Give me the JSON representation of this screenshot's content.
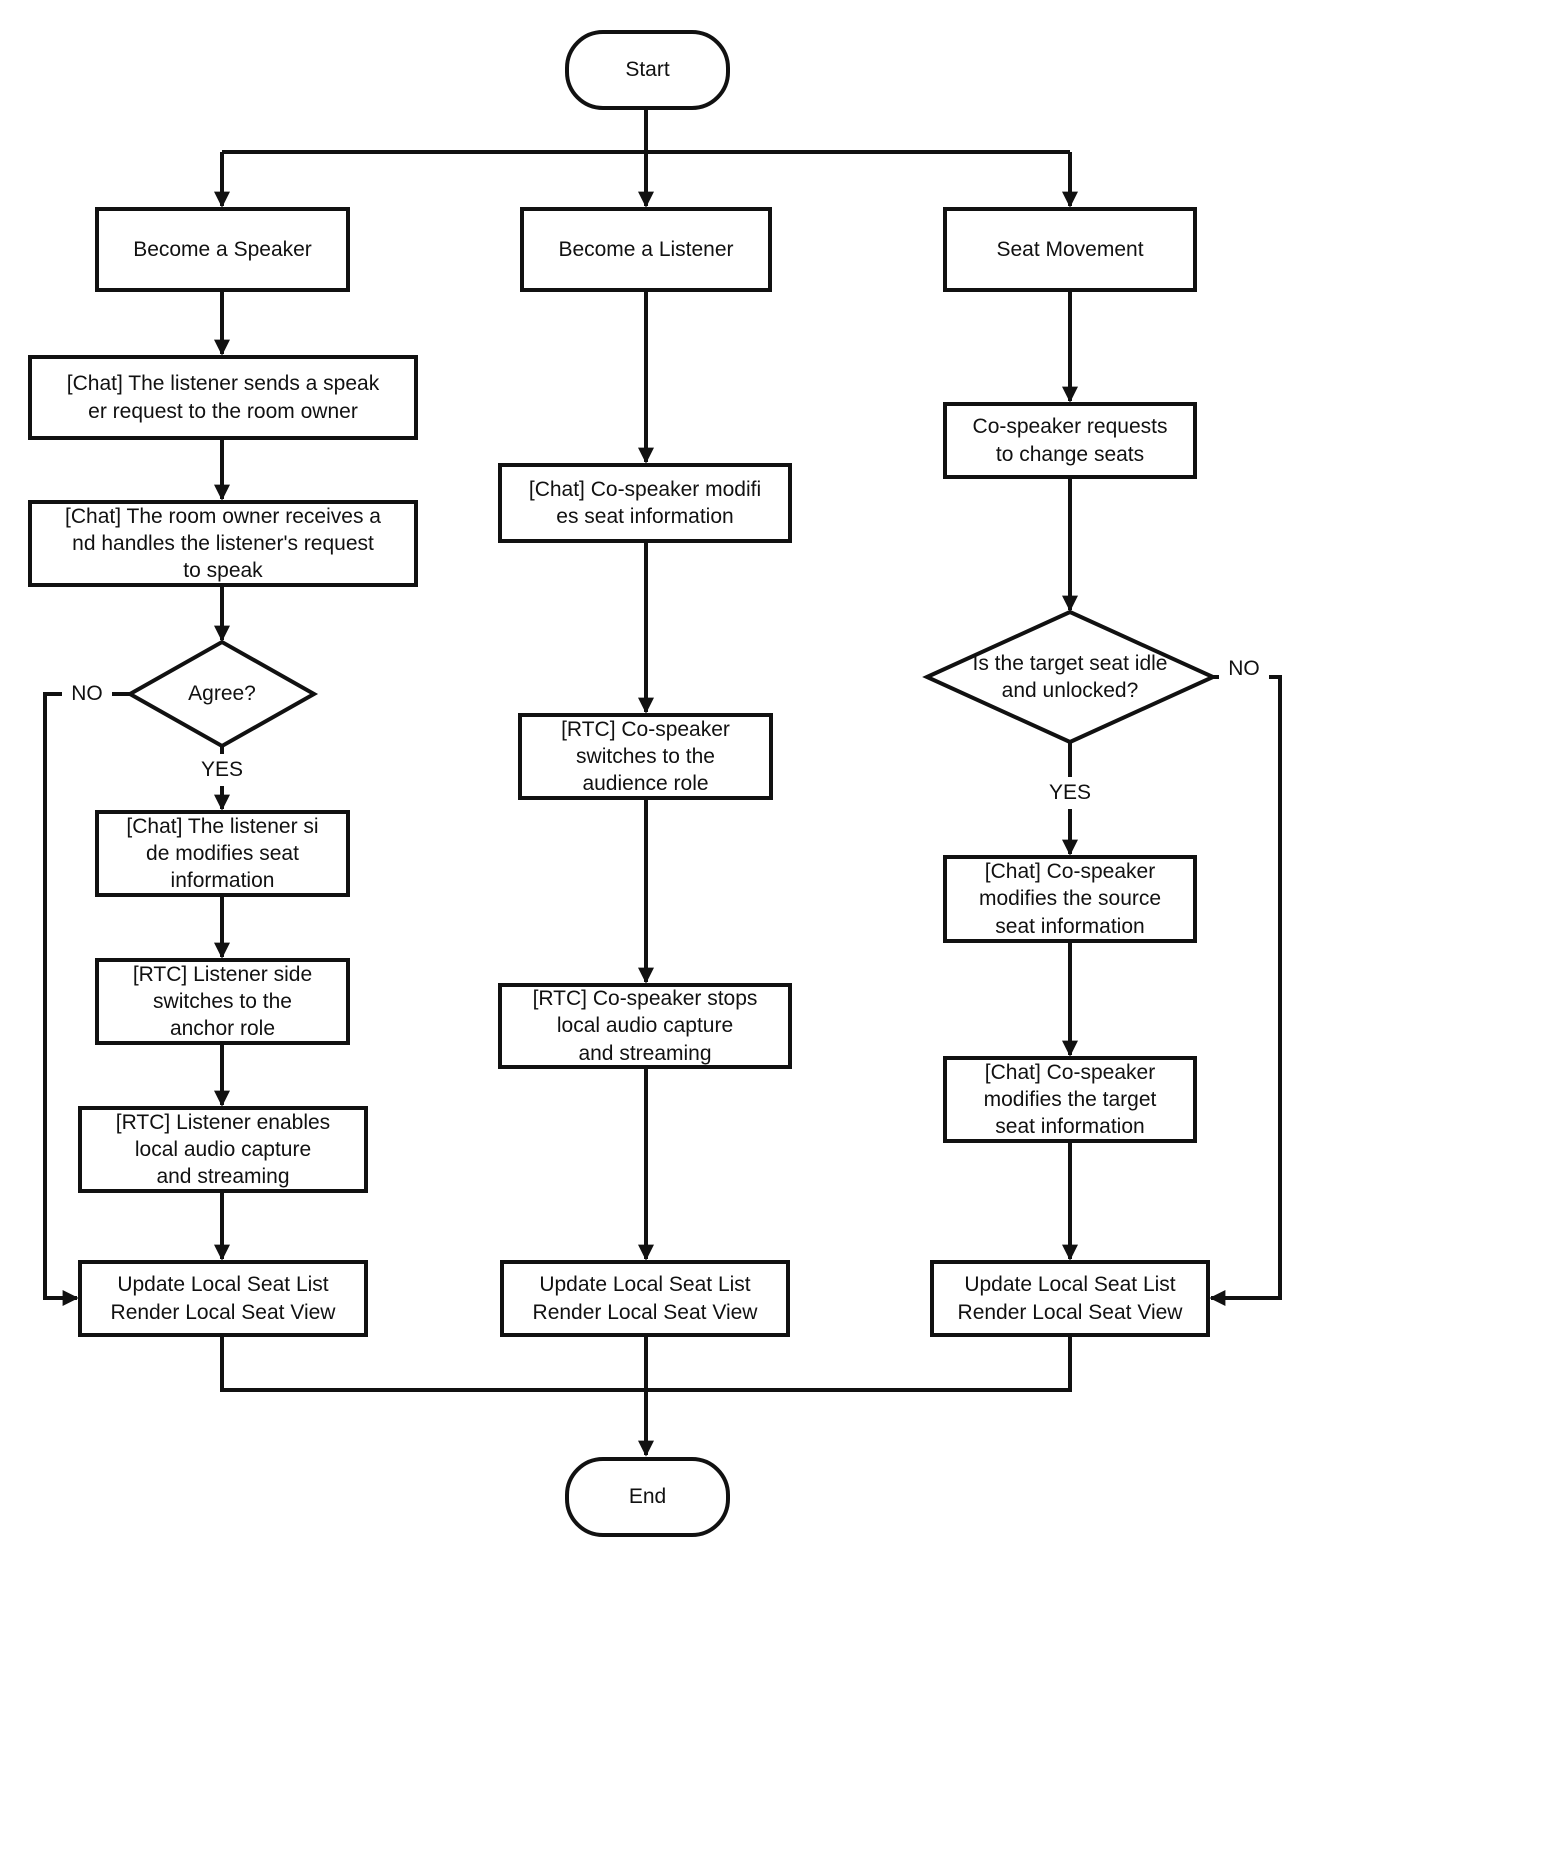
{
  "colors": {
    "stroke": "#111111",
    "background": "#ffffff"
  },
  "diagram": {
    "terminators": {
      "start": "Start",
      "end": "End"
    },
    "branch_labels": {
      "yes": "YES",
      "no": "NO"
    },
    "speaker": {
      "header": "Become a Speaker",
      "request": "[Chat] The listener sends a speak\ner request to the room owner",
      "handle": "[Chat] The room owner receives a\nnd handles the listener's request\nto speak",
      "decision": "Agree?",
      "modify_seat": "[Chat] The listener si\nde modifies seat\ninformation",
      "switch_role": "[RTC] Listener side\nswitches to the\nanchor role",
      "enable_audio": "[RTC] Listener enables\nlocal audio capture\nand streaming",
      "update": "Update Local Seat List\nRender Local Seat View"
    },
    "listener": {
      "header": "Become a Listener",
      "modify_seat": "[Chat] Co-speaker modifi\nes seat information",
      "switch_role": "[RTC] Co-speaker\nswitches to the\naudience role",
      "stop_audio": "[RTC] Co-speaker stops\nlocal audio capture\nand streaming",
      "update": "Update Local Seat List\nRender Local Seat View"
    },
    "movement": {
      "header": "Seat Movement",
      "request": "Co-speaker requests\nto change seats",
      "decision": "Is the target seat idle\nand unlocked?",
      "modify_source": "[Chat] Co-speaker\nmodifies the source\nseat information",
      "modify_target": "[Chat] Co-speaker\nmodifies the target\nseat information",
      "update": "Update Local Seat List\nRender Local Seat View"
    }
  }
}
